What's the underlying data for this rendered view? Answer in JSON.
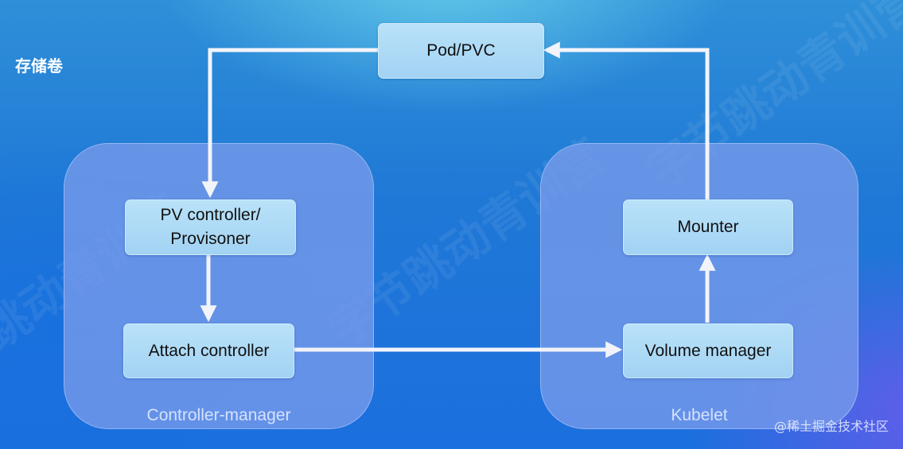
{
  "heading": "存储卷",
  "groups": {
    "controller_manager": "Controller-manager",
    "kubelet": "Kubelet"
  },
  "nodes": {
    "pod_pvc": "Pod/PVC",
    "pv_controller_line1": "PV controller/",
    "pv_controller_line2": "Provisoner",
    "attach_controller": "Attach controller",
    "mounter": "Mounter",
    "volume_manager": "Volume manager"
  },
  "edges": [
    {
      "from": "Pod/PVC",
      "to": "PV controller/ Provisoner"
    },
    {
      "from": "PV controller/ Provisoner",
      "to": "Attach controller"
    },
    {
      "from": "Attach controller",
      "to": "Volume manager"
    },
    {
      "from": "Volume manager",
      "to": "Mounter"
    },
    {
      "from": "Mounter",
      "to": "Pod/PVC"
    }
  ],
  "watermark_text": "字节跳动青训营",
  "credit": "@稀土掘金技术社区",
  "colors": {
    "background": "#1f78d6",
    "group_fill": "#789be8",
    "node_fill": "#a9d7f5",
    "arrow": "#f2f4fa"
  }
}
